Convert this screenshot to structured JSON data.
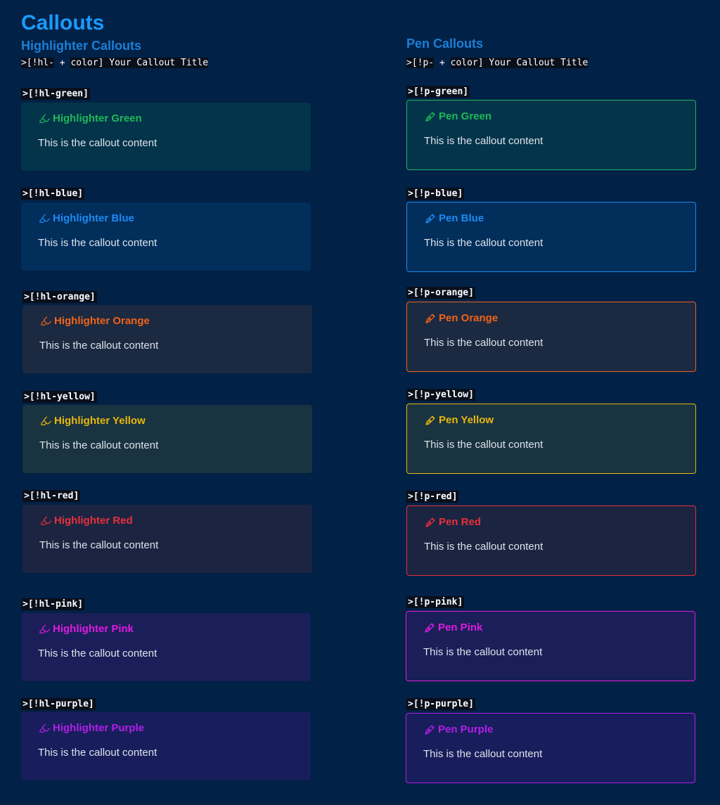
{
  "page": {
    "title": "Callouts",
    "highlighter_heading": "Highlighter Callouts",
    "pen_heading": "Pen Callouts",
    "highlighter_syntax": {
      "prefix": ">[!hl-",
      "plus": " + ",
      "rest": "color] Your Callout Title"
    },
    "pen_syntax": {
      "prefix": ">[!p-",
      "plus": " + ",
      "rest": "color] Your Callout Title"
    }
  },
  "colors": {
    "page_background": "#012146",
    "green": "#1fb85b",
    "blue": "#1d8af0",
    "orange": "#f06418",
    "yellow": "#e8b70c",
    "red": "#e8303a",
    "pink": "#e01ae0",
    "purple": "#b11ee8"
  },
  "highlighter": [
    {
      "code": ">[!hl-green]",
      "title": "Highlighter Green",
      "content": "This is the callout content",
      "color": "#1fb85b",
      "bg": "#04344a",
      "icon": "highlighter-icon"
    },
    {
      "code": ">[!hl-blue]",
      "title": "Highlighter Blue",
      "content": "This is the callout content",
      "color": "#1d8af0",
      "bg": "#022e5c",
      "icon": "highlighter-icon"
    },
    {
      "code": ">[!hl-orange]",
      "title": "Highlighter Orange",
      "content": "This is the callout content",
      "color": "#f06418",
      "bg": "#1b2941",
      "icon": "highlighter-icon"
    },
    {
      "code": ">[!hl-yellow]",
      "title": "Highlighter Yellow",
      "content": "This is the callout content",
      "color": "#e8b70c",
      "bg": "#1a3340",
      "icon": "highlighter-icon"
    },
    {
      "code": ">[!hl-red]",
      "title": "Highlighter Red",
      "content": "This is the callout content",
      "color": "#e8303a",
      "bg": "#1b2441",
      "icon": "highlighter-icon"
    },
    {
      "code": ">[!hl-pink]",
      "title": "Highlighter Pink",
      "content": "This is the callout content",
      "color": "#e01ae0",
      "bg": "#1a1f59",
      "icon": "highlighter-icon"
    },
    {
      "code": ">[!hl-purple]",
      "title": "Highlighter Purple",
      "content": "This is the callout content",
      "color": "#b11ee8",
      "bg": "#181e5c",
      "icon": "highlighter-icon"
    }
  ],
  "pen": [
    {
      "code": ">[!p-green]",
      "title": "Pen Green",
      "content": "This is the callout content",
      "color": "#1fb85b",
      "bg": "#04344a",
      "icon": "pen-icon"
    },
    {
      "code": ">[!p-blue]",
      "title": "Pen Blue",
      "content": "This is the callout content",
      "color": "#1d8af0",
      "bg": "#022e5c",
      "icon": "pen-icon"
    },
    {
      "code": ">[!p-orange]",
      "title": "Pen Orange",
      "content": "This is the callout content",
      "color": "#f06418",
      "bg": "#1b2941",
      "icon": "pen-icon"
    },
    {
      "code": ">[!p-yellow]",
      "title": "Pen Yellow",
      "content": "This is the callout content",
      "color": "#e8b70c",
      "bg": "#1a3340",
      "icon": "pen-icon"
    },
    {
      "code": ">[!p-red]",
      "title": "Pen Red",
      "content": "This is the callout content",
      "color": "#e8303a",
      "bg": "#1b2441",
      "icon": "pen-icon"
    },
    {
      "code": ">[!p-pink]",
      "title": "Pen Pink",
      "content": "This is the callout content",
      "color": "#e01ae0",
      "bg": "#1a1f59",
      "icon": "pen-icon"
    },
    {
      "code": ">[!p-purple]",
      "title": "Pen Purple",
      "content": "This is the callout content",
      "color": "#b11ee8",
      "bg": "#181e5c",
      "icon": "pen-icon"
    }
  ]
}
